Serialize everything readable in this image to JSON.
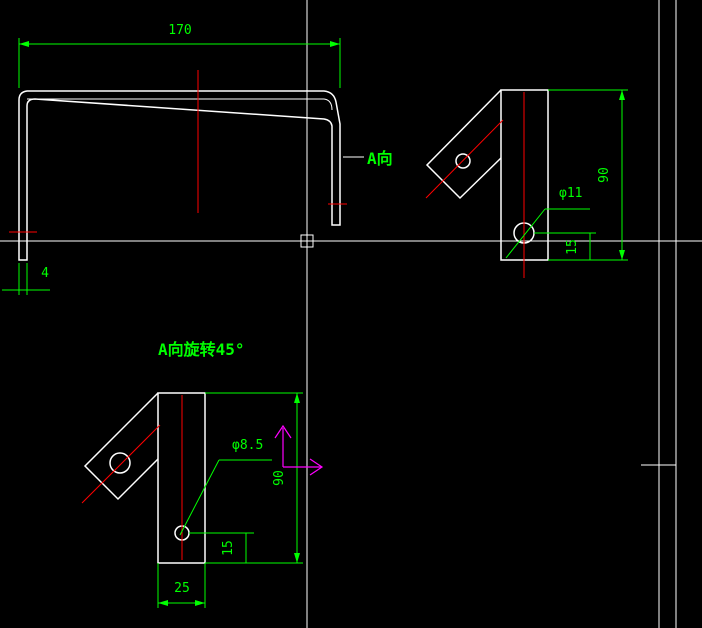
{
  "colors": {
    "background": "#000000",
    "outline": "#ffffff",
    "dimension": "#00ff00",
    "centerline": "#ff0000",
    "ucs_icon": "#ff00ff"
  },
  "front_view": {
    "overall_width": "170",
    "thickness": "4",
    "direction_label": "A向"
  },
  "side_view": {
    "hole_dia": "φ11",
    "height": "90",
    "hole_offset": "15"
  },
  "rotated_view": {
    "title": "A向旋转45°",
    "hole_dia": "φ8.5",
    "height": "90",
    "hole_offset": "15",
    "width": "25"
  }
}
